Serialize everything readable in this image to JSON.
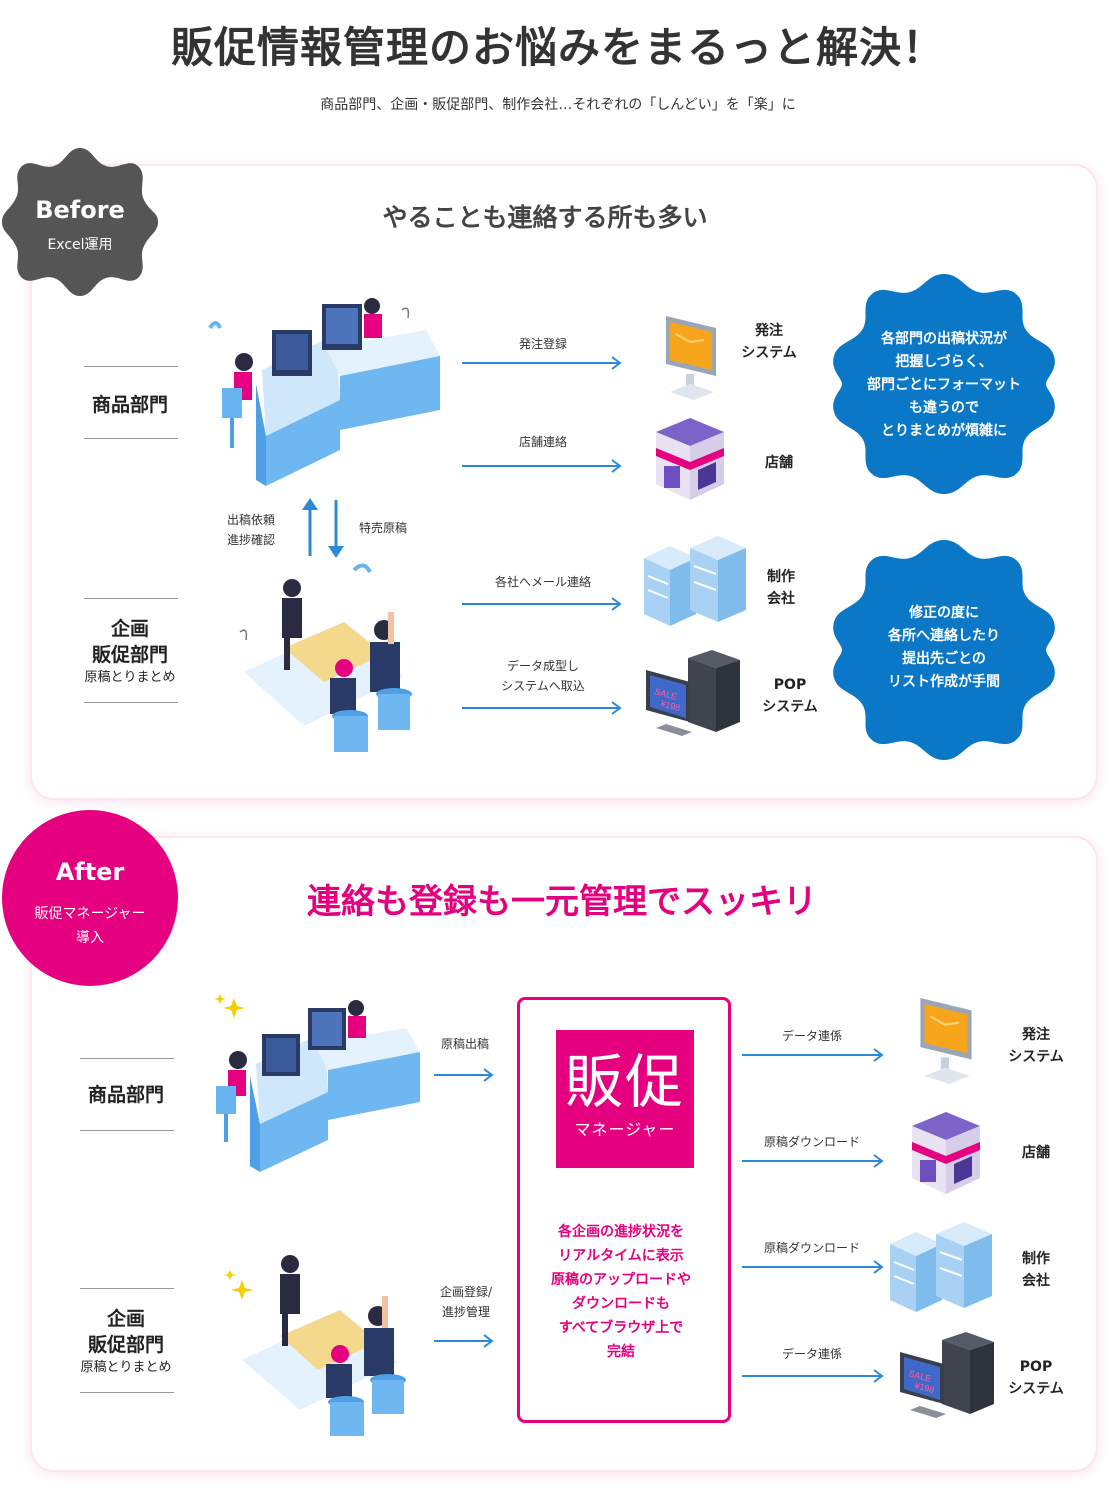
{
  "header": {
    "title": "販促情報管理のお悩みをまるっと解決！",
    "subtitle": "商品部門、企画・販促部門、制作会社…それぞれの「しんどい」を「楽」に"
  },
  "before": {
    "badge_title": "Before",
    "badge_sub": "Excel運用",
    "heading": "やることも連絡する所も多い",
    "dept1": "商品部門",
    "dept2_line1": "企画",
    "dept2_line2": "販促部門",
    "dept2_sub": "原稿とりまとめ",
    "vertical_left_1": "出稿依頼",
    "vertical_left_2": "進捗確認",
    "vertical_right": "特売原稿",
    "flows": [
      {
        "label": "発注登録",
        "label2": "",
        "dest1": "発注",
        "dest2": "システム",
        "icon": "monitor-icon"
      },
      {
        "label": "店舗連絡",
        "label2": "",
        "dest1": "店舗",
        "dest2": "",
        "icon": "store-icon"
      },
      {
        "label": "各社へメール連絡",
        "label2": "",
        "dest1": "制作",
        "dest2": "会社",
        "icon": "building-icon"
      },
      {
        "label": "データ成型し",
        "label2": "システムへ取込",
        "dest1": "POP",
        "dest2": "システム",
        "icon": "server-icon"
      }
    ],
    "burst1": [
      "各部門の出稿状況が",
      "把握しづらく、",
      "部門ごとにフォーマット",
      "も違うので",
      "とりまとめが煩雑に"
    ],
    "burst2": [
      "修正の度に",
      "各所へ連絡したり",
      "提出先ごとの",
      "リスト作成が手間"
    ]
  },
  "after": {
    "badge_title": "After",
    "badge_sub1": "販促マネージャー",
    "badge_sub2": "導入",
    "heading": "連絡も登録も一元管理でスッキリ",
    "dept1": "商品部門",
    "dept2_line1": "企画",
    "dept2_line2": "販促部門",
    "dept2_sub": "原稿とりまとめ",
    "input1": "原稿出稿",
    "input2_line1": "企画登録/",
    "input2_line2": "進捗管理",
    "logo_main": "販促",
    "logo_sub": "マネージャー",
    "central_text": [
      "各企画の進捗状況を",
      "リアルタイムに表示",
      "原稿のアップロードや",
      "ダウンロードも",
      "すべてブラウザ上で",
      "完結"
    ],
    "flows": [
      {
        "label": "データ連係",
        "dest1": "発注",
        "dest2": "システム",
        "icon": "monitor-icon"
      },
      {
        "label": "原稿ダウンロード",
        "dest1": "店舗",
        "dest2": "",
        "icon": "store-icon"
      },
      {
        "label": "原稿ダウンロード",
        "dest1": "制作",
        "dest2": "会社",
        "icon": "building-icon"
      },
      {
        "label": "データ連係",
        "dest1": "POP",
        "dest2": "システム",
        "icon": "server-icon"
      }
    ]
  },
  "pop_screen": {
    "line1": "SALE",
    "line2": "¥198"
  },
  "colors": {
    "accent": "#e4007f",
    "arrow": "#2b8ad8",
    "burst": "#0b78c7",
    "badge_before": "#555555",
    "desk": "#6fb7f0",
    "skin": "#f6c1a0"
  }
}
